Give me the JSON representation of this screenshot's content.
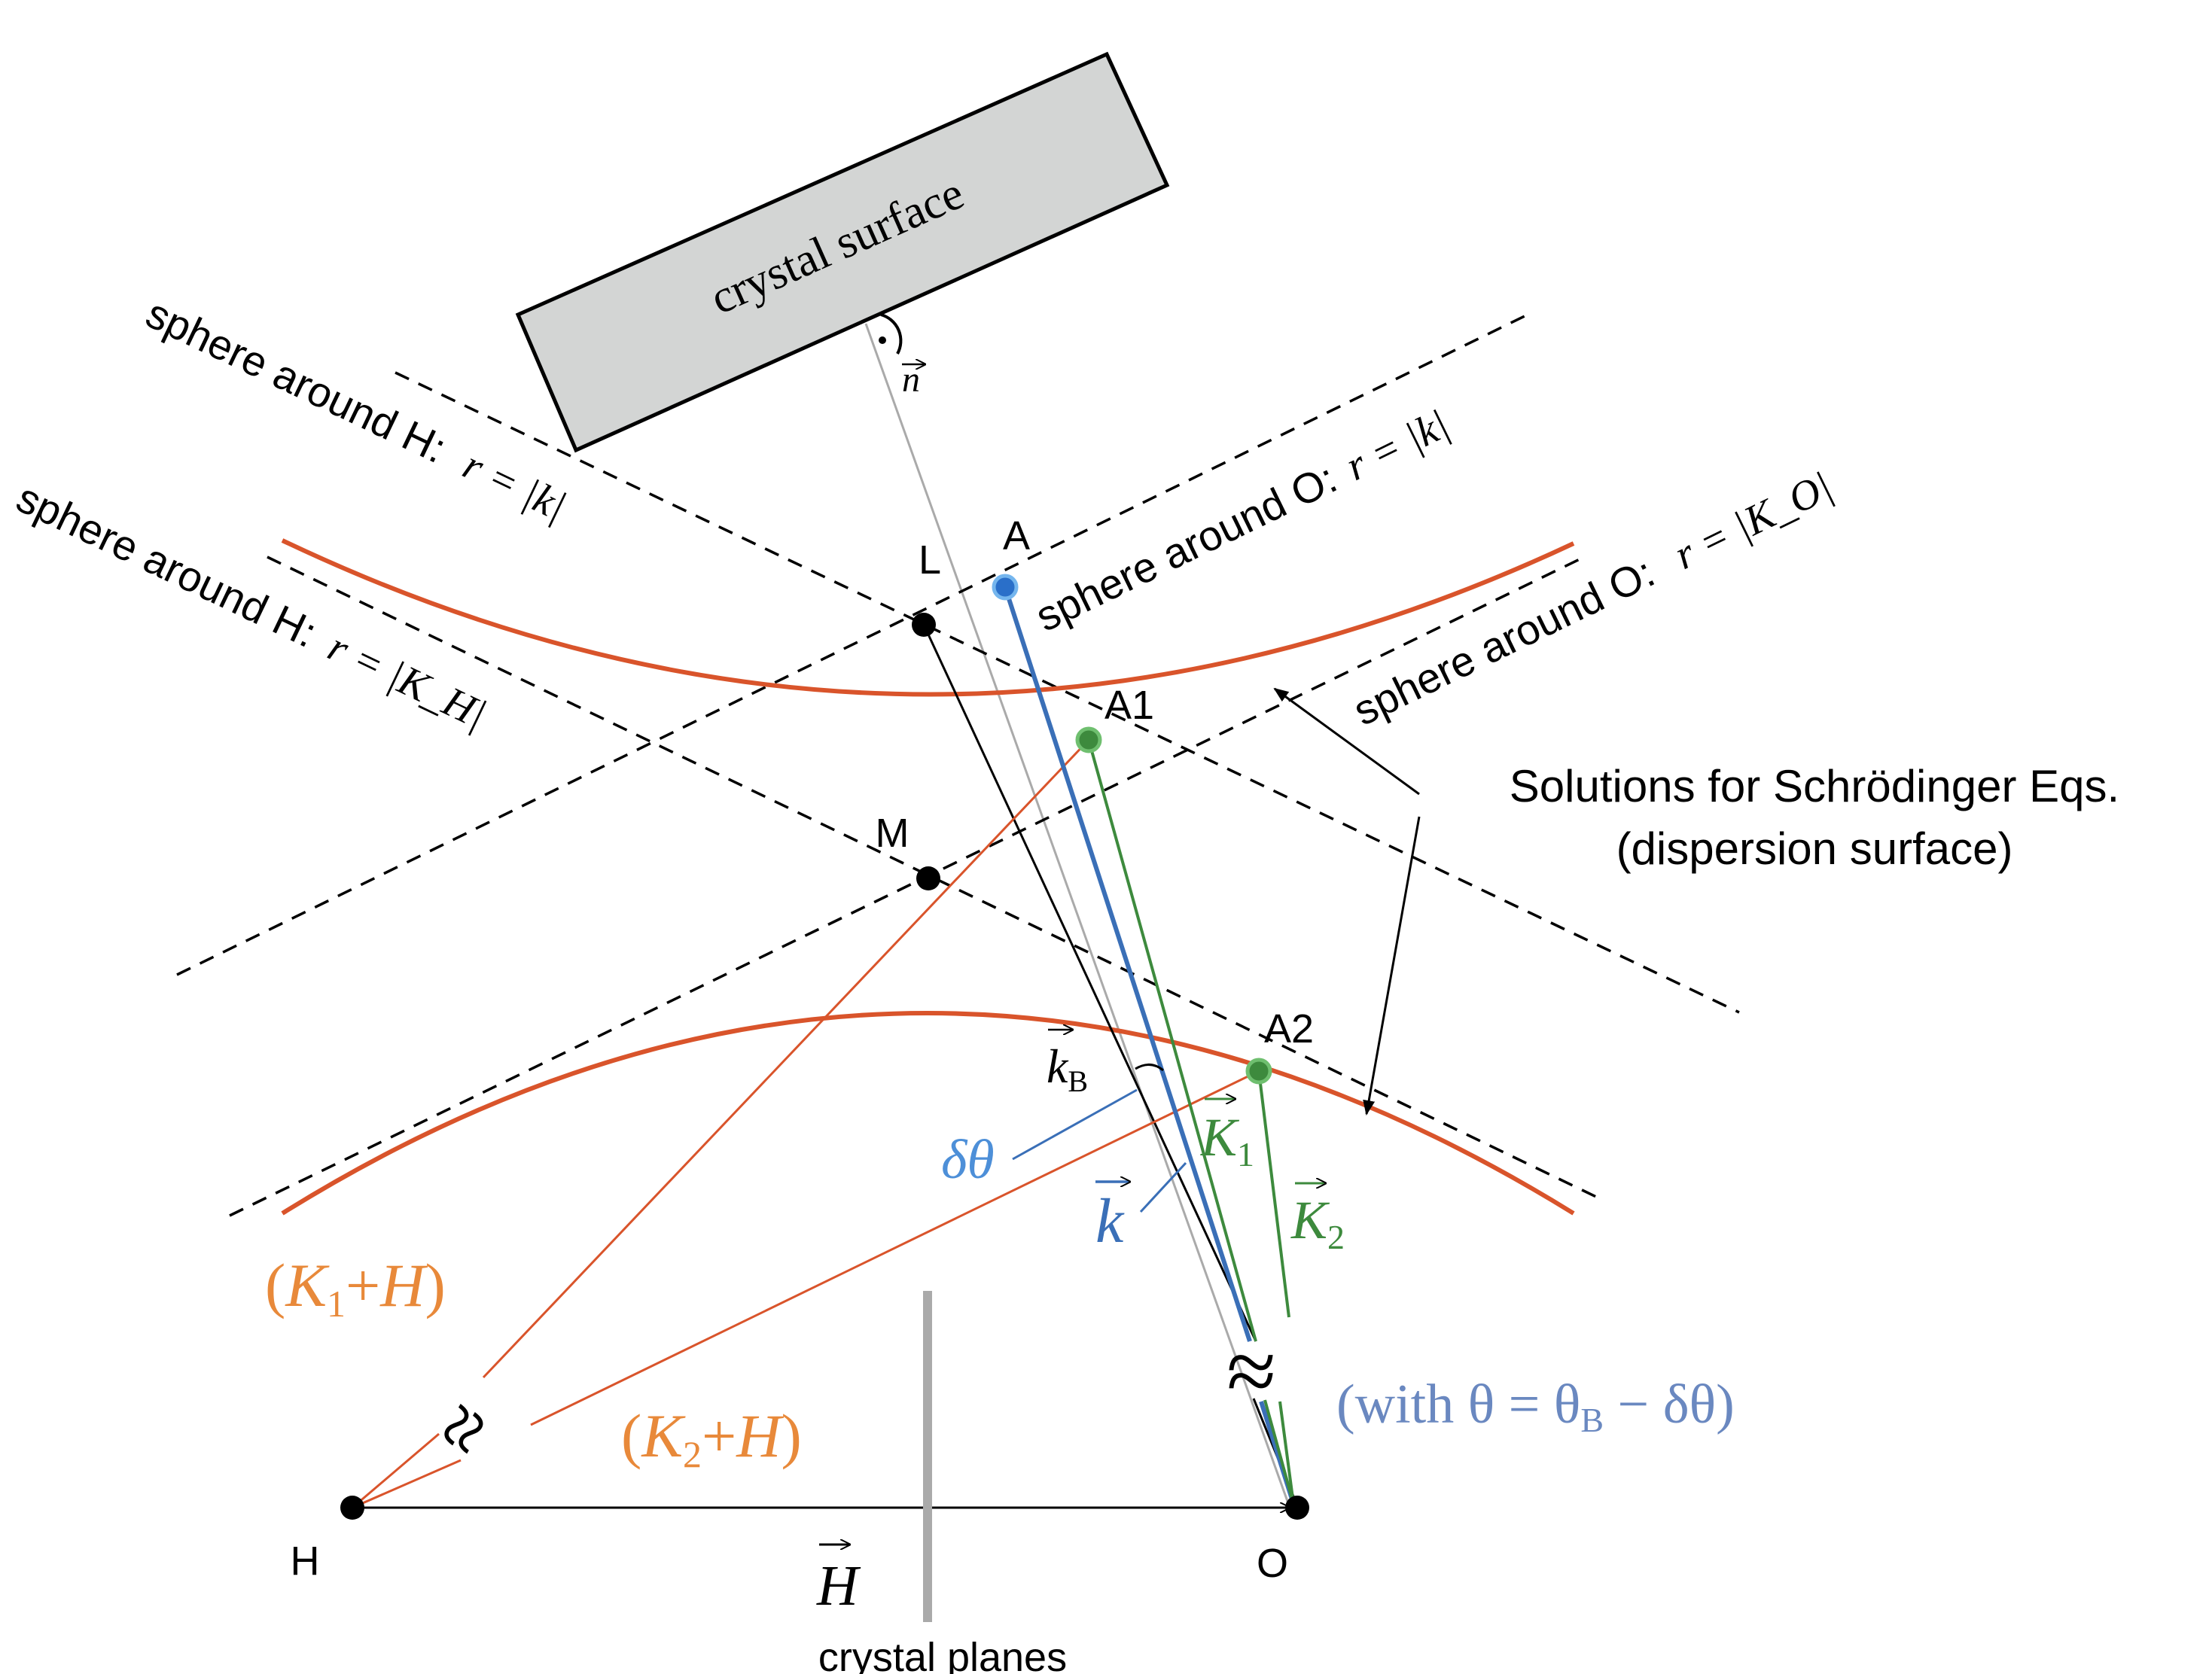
{
  "crystal": {
    "surface_label": "crystal surface",
    "normal_label": "n",
    "planes_label": "crystal planes"
  },
  "points": {
    "L": "L",
    "A": "A",
    "A1": "A1",
    "M": "M",
    "A2": "A2",
    "H": "H",
    "O": "O"
  },
  "spheres": {
    "h_k": {
      "prefix": "sphere around H:",
      "formula": "r = |k|"
    },
    "h_kh": {
      "prefix": "sphere around H:",
      "formula": "r = |K_H|"
    },
    "o_k": {
      "prefix": "sphere around O:",
      "formula": "r = |k|"
    },
    "o_ko": {
      "prefix": "sphere around O:",
      "formula": "r = |K_O|"
    }
  },
  "solutions": {
    "line1": "Solutions for Schrödinger Eqs.",
    "line2": "(dispersion surface)"
  },
  "vectors": {
    "kB": "k",
    "kB_sub": "B",
    "dtheta": "δθ",
    "k": "k",
    "K1": "K",
    "K1_sub": "1",
    "K2": "K",
    "K2_sub": "2",
    "H": "H",
    "K1H": {
      "open": "(",
      "K": "K",
      "sub": "1",
      "plus": "+",
      "H": "H",
      "close": ")"
    },
    "K2H": {
      "open": "(",
      "K": "K",
      "sub": "2",
      "plus": "+",
      "H": "H",
      "close": ")"
    }
  },
  "condition": {
    "text": "(with θ = θ",
    "sub": "B",
    "rest": " − δθ)"
  },
  "break_symbol": "≈",
  "colors": {
    "orange_curve": "#d9542b",
    "orange_text": "#e8893a",
    "blue": "#3a6fb7",
    "blue_text": "#4d8fd8",
    "condition_text": "#6a88c0",
    "green": "#3d8a3d",
    "gray": "#aaaaaa",
    "surface_fill": "#d3d5d4"
  }
}
